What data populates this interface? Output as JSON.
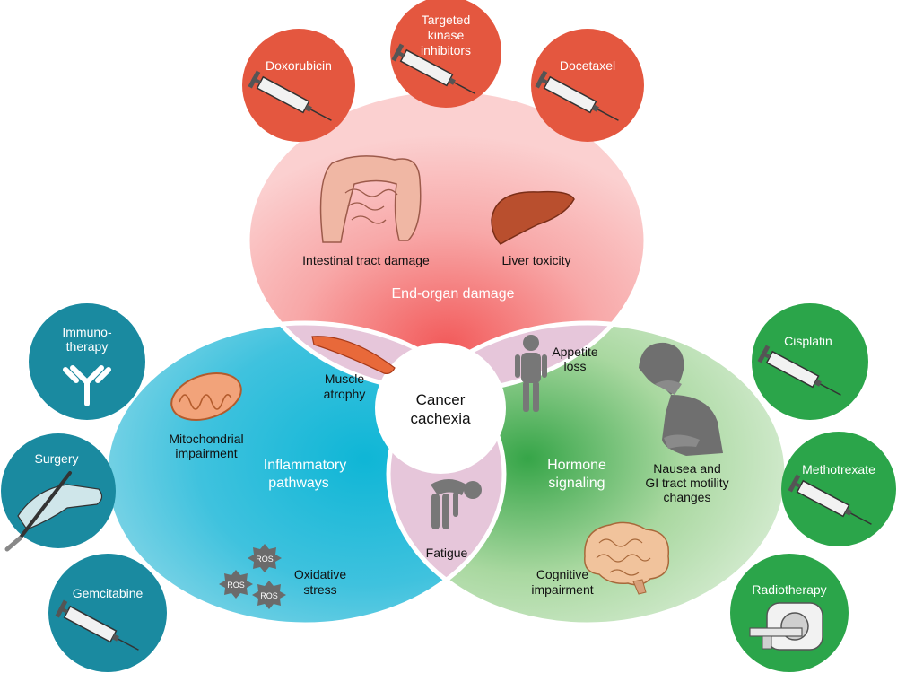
{
  "colors": {
    "red_circle": "#e4573f",
    "pink_ellipse": "#f8c0c0",
    "blue_circle": "#1a8aa0",
    "blue_ellipse": "#4cc5df",
    "green_circle": "#2ba54a",
    "green_ellipse": "#cde8c8",
    "overlap": "#e6c6da",
    "center": "#ffffff"
  },
  "top_treatments": [
    "Doxorubicin",
    [
      "Targeted",
      "kinase",
      "inhibitors"
    ],
    "Docetaxel"
  ],
  "left_treatments": [
    [
      "Immuno-",
      "therapy"
    ],
    "Surgery",
    "Gemcitabine"
  ],
  "right_treatments": [
    "Cisplatin",
    "Methotrexate",
    "Radiotherapy"
  ],
  "pathways": {
    "top": "End-organ damage",
    "left": [
      "Inflammatory",
      "pathways"
    ],
    "right": [
      "Hormone",
      "signaling"
    ]
  },
  "effects": {
    "intestinal": "Intestinal tract damage",
    "liver": "Liver toxicity",
    "mito": [
      "Mitochondrial",
      "impairment"
    ],
    "oxidative": [
      "Oxidative",
      "stress"
    ],
    "ros": "ROS",
    "nausea": [
      "Nausea and",
      "GI tract motility",
      "changes"
    ],
    "cognitive": [
      "Cognitive",
      "impairment"
    ],
    "muscle": [
      "Muscle",
      "atrophy"
    ],
    "appetite": [
      "Appetite",
      "loss"
    ],
    "fatigue": "Fatigue"
  },
  "center": [
    "Cancer",
    "cachexia"
  ]
}
